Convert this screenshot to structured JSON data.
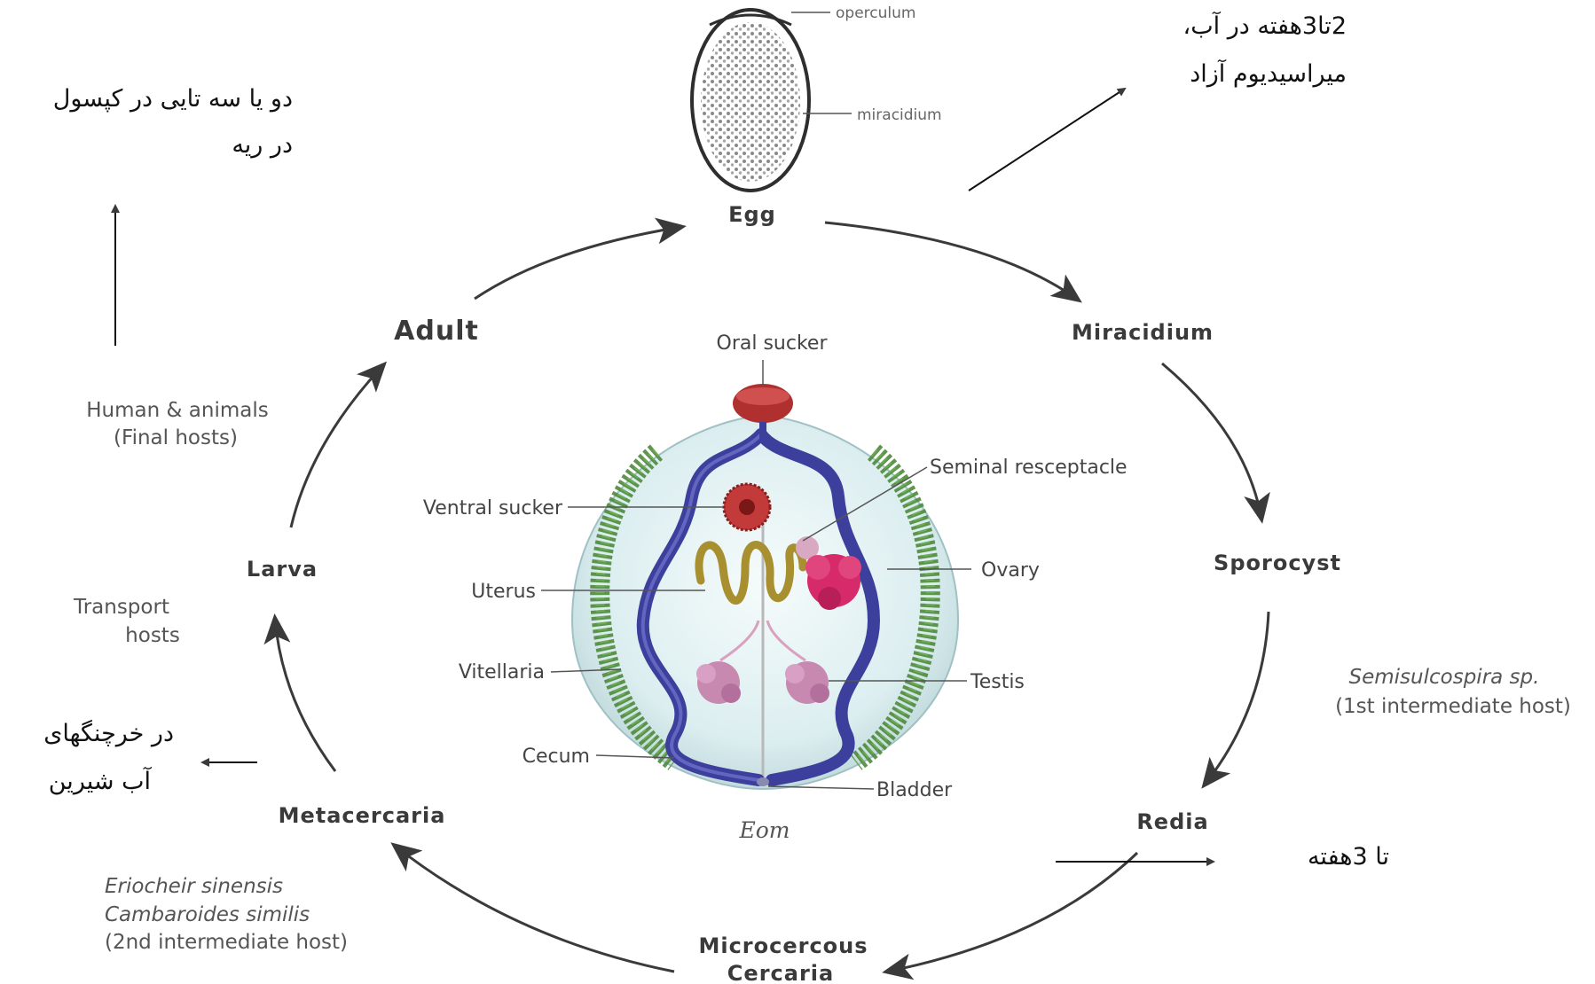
{
  "egg": {
    "title": "Egg",
    "operculum_label": "operculum",
    "miracidium_label": "miracidium"
  },
  "stages": {
    "egg": "Egg",
    "miracidium": "Miracidium",
    "sporocyst": "Sporocyst",
    "redia": "Redia",
    "cercaria_line1": "Microcercous",
    "cercaria_line2": "Cercaria",
    "metacercaria": "Metacercaria",
    "larva": "Larva",
    "adult": "Adult"
  },
  "hosts": {
    "final_line1": "Human & animals",
    "final_line2": "(Final hosts)",
    "transport_line1": "Transport",
    "transport_line2": "hosts",
    "first_intermediate_species": "Semisulcospira sp.",
    "first_intermediate_role": "(1st intermediate host)",
    "second_intermediate_species1": "Eriocheir sinensis",
    "second_intermediate_species2": "Cambaroides similis",
    "second_intermediate_role": "(2nd intermediate host)"
  },
  "anatomy": {
    "oral_sucker": "Oral sucker",
    "seminal_receptacle": "Seminal resceptacle",
    "ventral_sucker": "Ventral sucker",
    "ovary": "Ovary",
    "uterus": "Uterus",
    "vitellaria": "Vitellaria",
    "testis": "Testis",
    "cecum": "Cecum",
    "bladder": "Bladder",
    "caption": "Eom"
  },
  "annotations": {
    "top_right_line1": "2تا3هفته در آب،",
    "top_right_line2": "میراسیدیوم آزاد",
    "top_left_line1": "دو یا سه تایی در کپسول",
    "top_left_line2": "در ریه",
    "left_line1": "در خرچنگهای",
    "left_line2": "آب شیرین",
    "right": "تا 3هفته"
  },
  "colors": {
    "cecum_blue": "#3c3f9c",
    "vitellaria_green": "#4e8a3c",
    "sucker_red": "#b03030",
    "ovary_pink": "#d62a6a",
    "testis_pink": "#c889b0",
    "uterus_gold": "#a89030",
    "body_tint": "#dceef0"
  }
}
